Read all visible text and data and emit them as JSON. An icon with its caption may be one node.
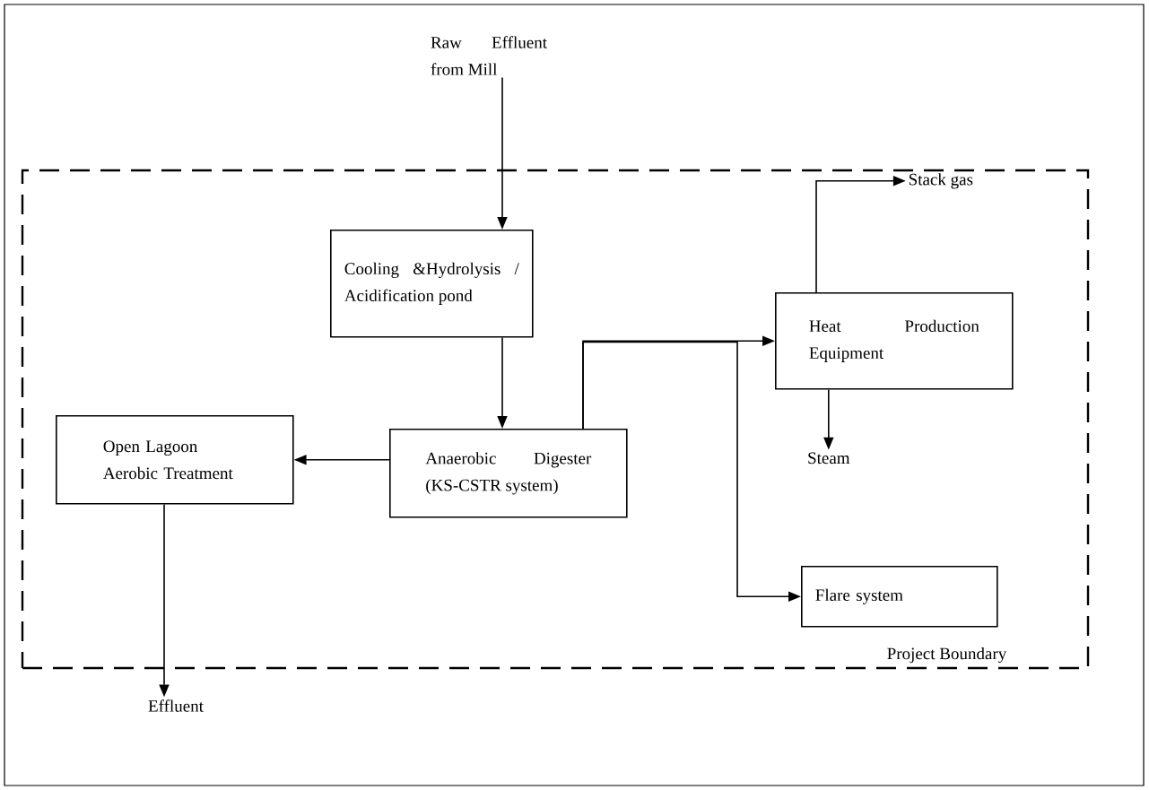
{
  "diagram": {
    "nodes": [
      {
        "text": [
          "Raw Effluent from Mill"
        ]
      },
      {
        "text": [
          "Project Boundary"
        ]
      },
      {
        "text": [
          "Cooling &Hydrolysis / Acidification pond"
        ],
        "in": 1
      },
      {
        "text": [
          "Stack gas"
        ],
        "in": 1
      },
      {
        "text": [
          "Heat Production Equipment"
        ],
        "in": 1
      },
      {
        "text": [
          "Open Lagoon Aerobic Treatment"
        ],
        "in": 1
      },
      {
        "text": [
          "Anaerobic Digester (KS-CSTR system)"
        ],
        "in": 1
      },
      {
        "text": [
          "Steam"
        ],
        "in": 1
      },
      {
        "text": [
          "Flare system"
        ],
        "in": 1
      },
      {
        "text": [
          "Effluent"
        ]
      }
    ],
    "edges": [
      {
        "from": 0,
        "to": 2,
        "arrow": "to"
      },
      {
        "from": 2,
        "to": 6,
        "arrow": "to"
      },
      {
        "from": 6,
        "to": 4,
        "arrow": "to"
      },
      {
        "from": 6,
        "to": 8,
        "arrow": "to"
      },
      {
        "from": 6,
        "to": 5,
        "arrow": "to"
      },
      {
        "from": 4,
        "to": 3,
        "arrow": "to"
      },
      {
        "from": 4,
        "to": 7,
        "arrow": "to"
      },
      {
        "from": 5,
        "to": 9,
        "arrow": "to"
      }
    ]
  }
}
